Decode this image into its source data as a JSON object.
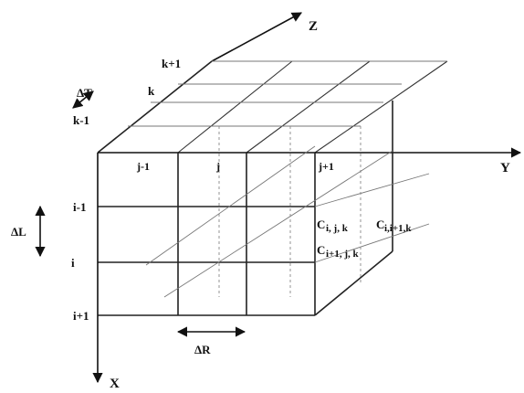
{
  "diagram": {
    "axes": {
      "z": "Z",
      "y": "Y",
      "x": "X"
    },
    "k_labels": {
      "next": "k+1",
      "current": "k",
      "prev": "k-1"
    },
    "j_labels": {
      "prev": "j-1",
      "current": "j",
      "next": "j+1"
    },
    "i_labels": {
      "prev": "i-1",
      "current": "i",
      "next": "i+1"
    },
    "deltas": {
      "dT": "ΔT",
      "dL": "ΔL",
      "dR": "ΔR"
    },
    "cells": [
      {
        "base": "C",
        "sub": "i, j, k"
      },
      {
        "base": "C",
        "sub": "i,i+1,k"
      },
      {
        "base": "C",
        "sub": "i+1, j, k"
      }
    ]
  }
}
